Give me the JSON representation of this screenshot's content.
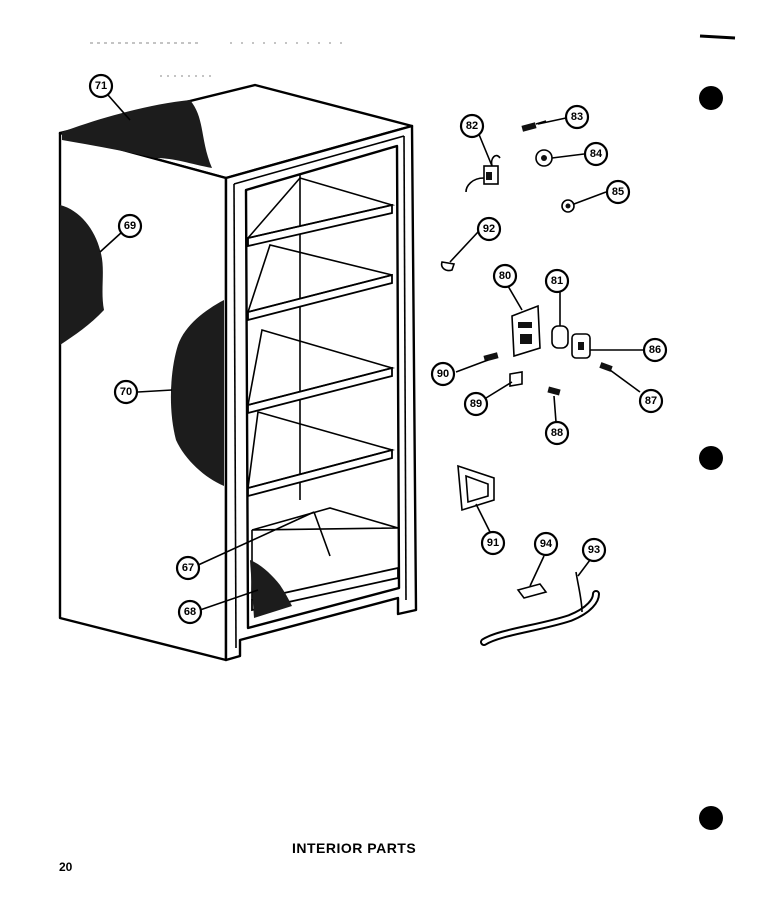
{
  "title": "INTERIOR PARTS",
  "page_number": "20",
  "callouts": {
    "c67": "67",
    "c68": "68",
    "c69": "69",
    "c70": "70",
    "c71": "71",
    "c80": "80",
    "c81": "81",
    "c82": "82",
    "c83": "83",
    "c84": "84",
    "c85": "85",
    "c86": "86",
    "c87": "87",
    "c88": "88",
    "c89": "89",
    "c90": "90",
    "c91": "91",
    "c92": "92",
    "c93": "93",
    "c94": "94"
  }
}
